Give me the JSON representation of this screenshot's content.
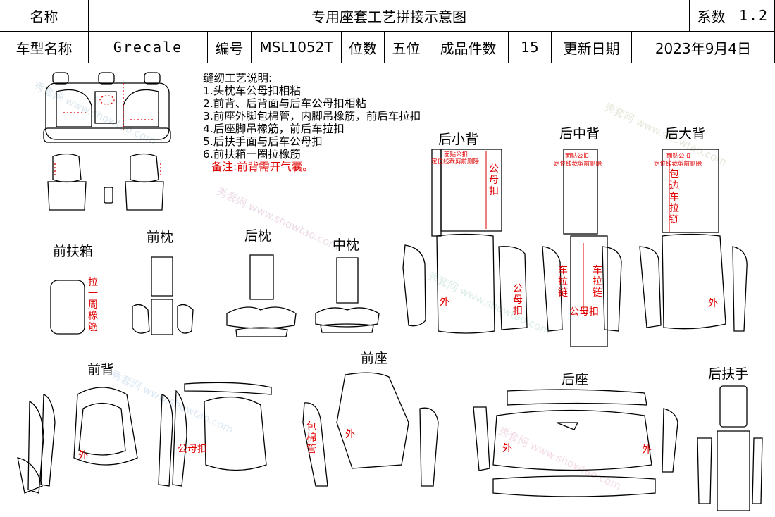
{
  "header": {
    "name_label": "名称",
    "title": "专用座套工艺拼接示意图",
    "coef_label": "系数",
    "coef_value": "1.2",
    "model_label": "车型名称",
    "model_value": "Grecale",
    "code_label": "编号",
    "code_value": "MSL1052T",
    "seat_label": "位数",
    "seat_value": "五位",
    "pieces_label": "成品件数",
    "pieces_value": "15",
    "date_label": "更新日期",
    "date_value": "2023年9月4日"
  },
  "notes": {
    "title": "缝纫工艺说明:",
    "items": [
      "1.头枕车公母扣相粘",
      "2.前背、后背面与后车公母扣相粘",
      "3.前座外脚包棉管，内脚吊橡筋，前后车拉扣",
      "4.后座脚吊橡筋，前后车拉扣",
      "5.后扶手面与后车公母扣",
      "6.前扶箱一圈拉橡筋"
    ],
    "remark": "备注:前背需开气囊。"
  },
  "parts": {
    "rear_small_back": "后小背",
    "rear_mid_back": "后中背",
    "rear_big_back": "后大背",
    "front_armbox": "前扶箱",
    "front_pillow": "前枕",
    "rear_pillow": "后枕",
    "mid_pillow": "中枕",
    "front_back": "前背",
    "front_seat": "前座",
    "rear_seat": "后座",
    "rear_armrest": "后扶手"
  },
  "annotations": {
    "face_snap": "面贴公扣",
    "trim_note": "定位线裁剪前删除",
    "snap_vertical": "公母扣",
    "outer": "外",
    "zipper_around": "拉一周橡筋",
    "zip_left": "车拉链",
    "zip_right": "车拉链",
    "snap_bottom": "公母扣",
    "edge_zip": "包边车拉链",
    "snap_label": "公母扣",
    "cotton_tube": "包棉管"
  },
  "watermark": "秀套网 www.showtao.com"
}
